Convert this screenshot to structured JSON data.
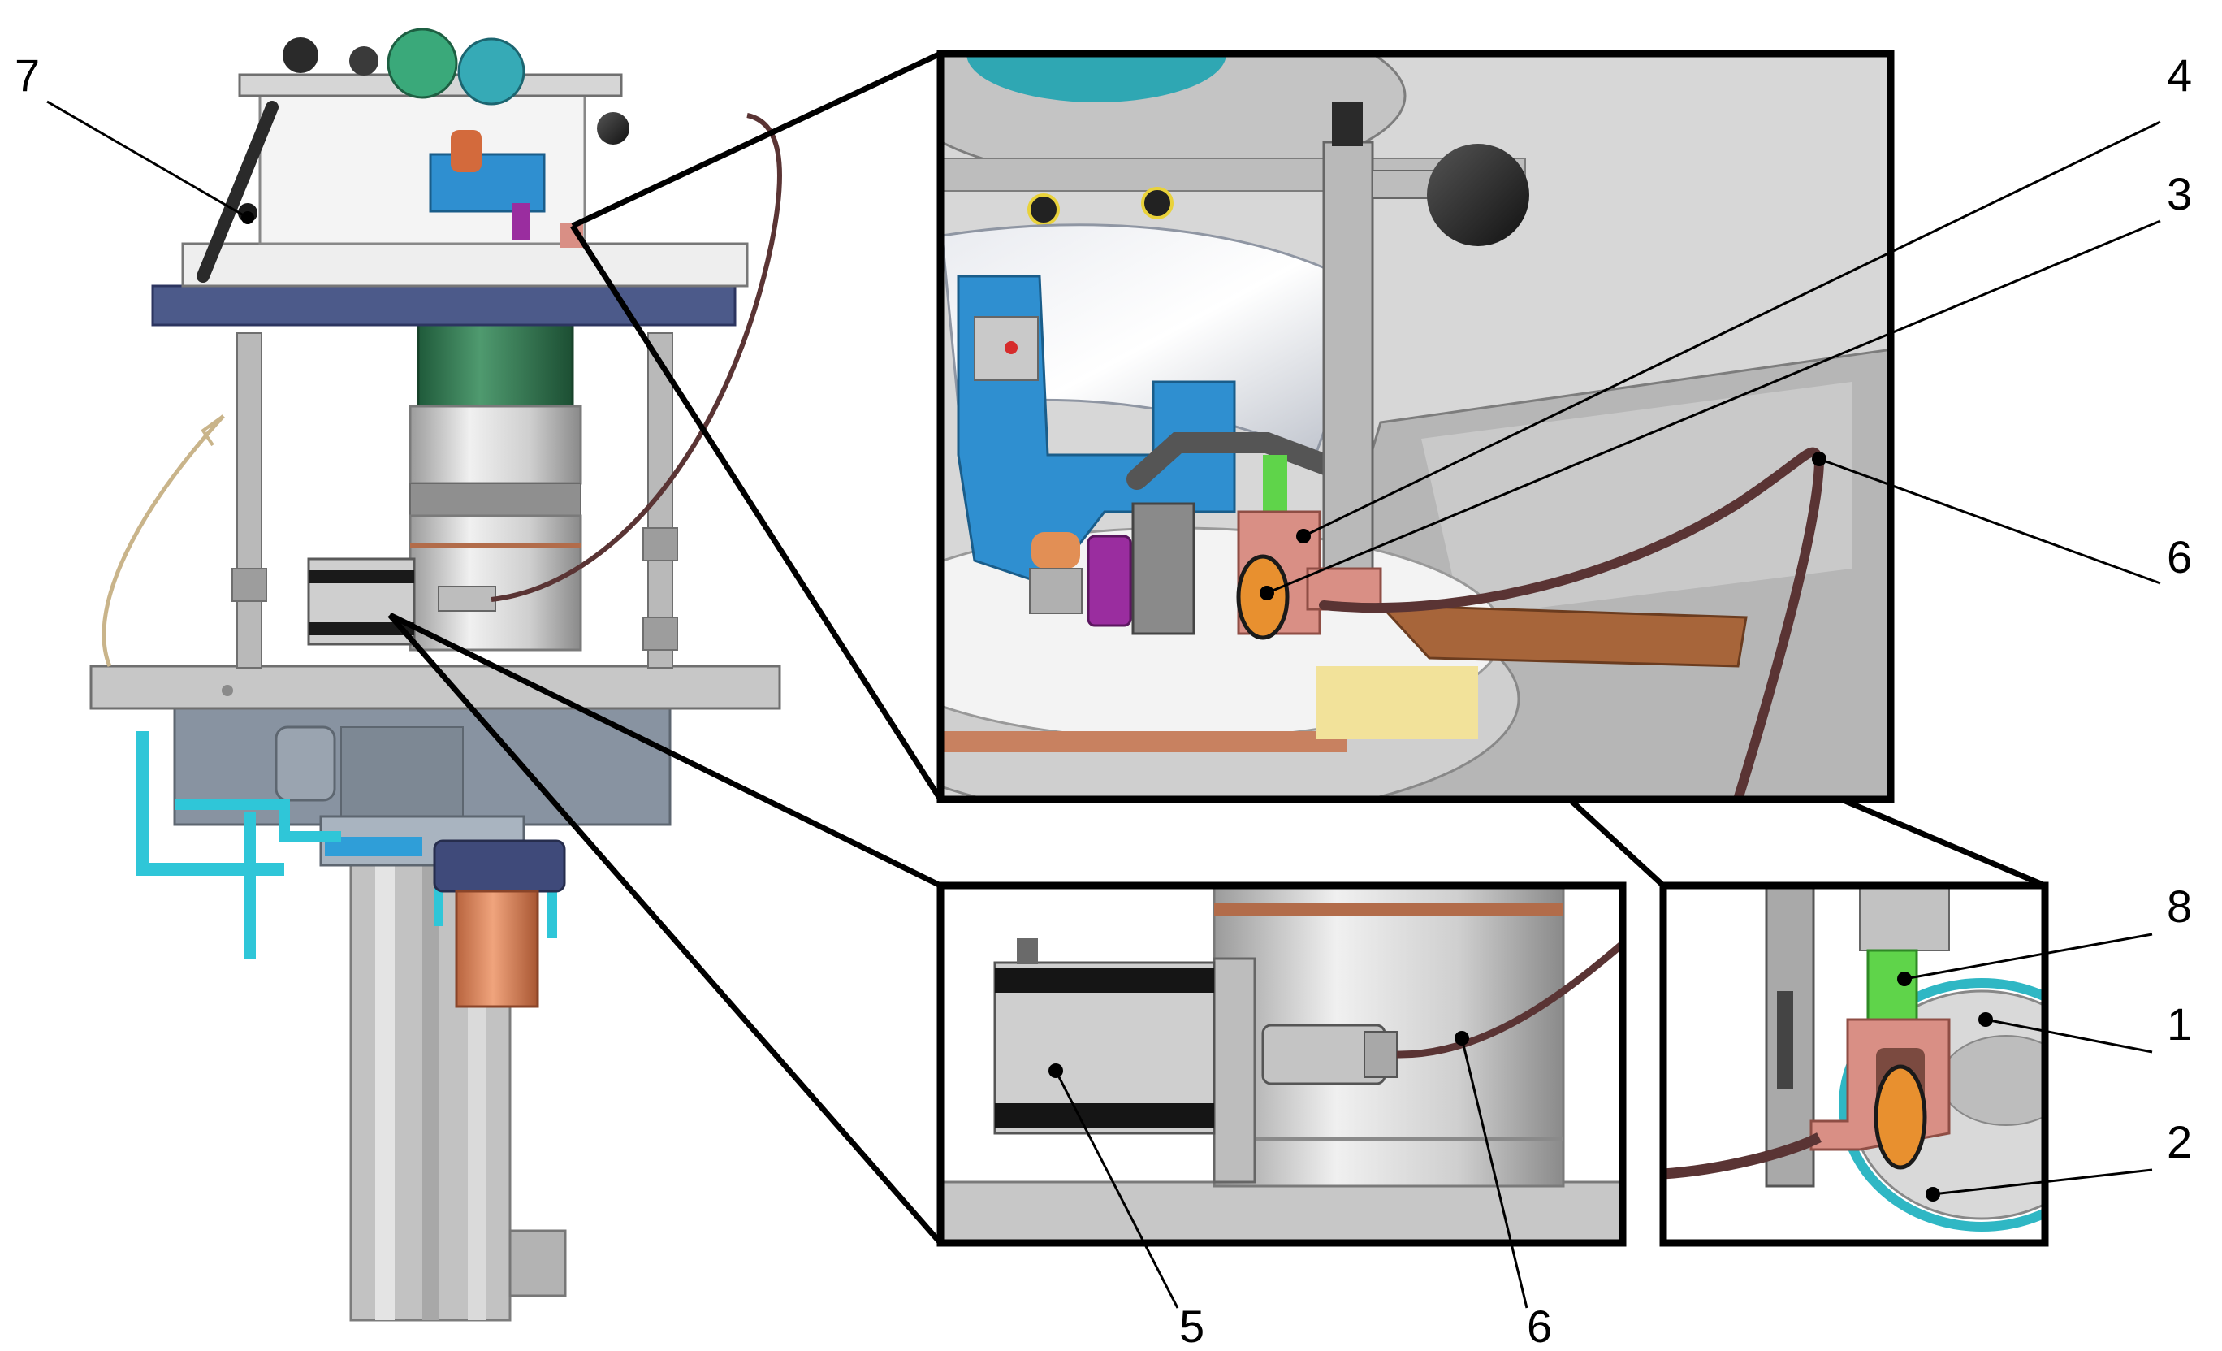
{
  "figure": {
    "callouts": {
      "c1": "1",
      "c2": "2",
      "c3": "3",
      "c4": "4",
      "c5": "5",
      "c6_top": "6",
      "c6_bottom": "6",
      "c7": "7",
      "c8": "8"
    },
    "colors": {
      "frame": "#000000",
      "steel": "#c9c9c9",
      "steel_dark": "#8e8e8e",
      "blue": "#2f8fd0",
      "cyan": "#2fc6d8",
      "green": "#2f7a4f",
      "copper": "#d98a63",
      "cable": "#5a3434",
      "purple": "#9a2d9f",
      "navy": "#3f4a7a",
      "pink": "#d98f85"
    }
  }
}
